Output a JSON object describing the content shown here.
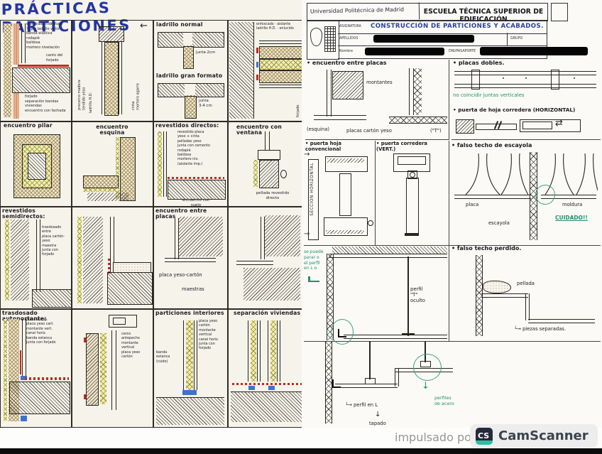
{
  "colors": {
    "marker_blue": "#2436a3",
    "pen_blue": "#2b3f9e",
    "pen_green": "#1f8f72",
    "pen_red": "#c42a1e",
    "highlight_yellow": "#f3efa6"
  },
  "title": {
    "l1": "PRÁCTICAS",
    "l2": "PARTICIONES"
  },
  "left": {
    "r1c1": {
      "labels_top": "enfoscado hidrófugo\n½ pie ladrillo visto\nbanda elástica\nrodapié\nbaldosa\nmortero nivelación",
      "labels_mid": "canto del\nforjado",
      "labels_bottom": "forjado\nseparación bandas\nviviendas\nencuentro con fachada"
    },
    "r1c2": {
      "left": "precerco madera\ntendido yeso",
      "right": "cinta\nmortero agarre",
      "wall": "ladrillo H.D.",
      "arrow": "←"
    },
    "r1c3": {
      "title": "ladrillo normal",
      "j1": "junta 2cm",
      "subtitle": "ladrillo gran formato",
      "j2": "junta\n3-4 cm"
    },
    "r1c4": {
      "labels": "enfoscado · aislante\nladrillo H.D. · enlucido",
      "side": "forjado"
    },
    "r2c1": {
      "title": "encuentro pilar"
    },
    "r2c2": {
      "title": "encuentro esquina"
    },
    "r2c3": {
      "title": "revestidos directos:",
      "labels": "revestido placa\nyeso + cinta\npelladas yeso\njunta con cemento\nrodapié\nbaldosa\nmortero niv.\n(aislante imp.)",
      "footer": "encuentro con\nsuelo"
    },
    "r2c4": {
      "title": "encuentro con ventana",
      "label": "pellada revestido\ndirecto"
    },
    "r3c1": {
      "title": "revestidos semidirectos:",
      "labels": "trasdosado entre\nplaca cartón-yeso\nmaestra\njunta con\nforjado"
    },
    "r3c3": {
      "title": "encuentro entre placas",
      "l1": "placa yeso-cartón",
      "l2": "maestras"
    },
    "r4c1": {
      "title": "trasdosado autoportante:",
      "labels": "placa autop.\nplaca yeso cart.\nmontante vert.\ncanal horiz.\nbanda estanca\njunta con forjado"
    },
    "r4c2": {
      "labels": "cerco\nantepecho\nmontante\nvertical\nplaca yeso\ncartón"
    },
    "r4c3": {
      "title": "particiones interiores",
      "right": "placa yeso\ncartón\nmontante\nvertical\ncanal horiz.\njunta con\nforjado",
      "left": "banda\nestanca\n(ruido)"
    },
    "r4c4": {
      "title": "separación viviendas"
    }
  },
  "right": {
    "header": {
      "university": "Universidad Politécnica de Madrid",
      "school": "ESCUELA TÉCNICA SUPERIOR DE EDIFICACIÓN",
      "asignatura_label": "ASIGNATURA",
      "asignatura_value": "CONSTRUCCIÓN DE PARTICIONES Y ACABADOS.",
      "apellidos_label": "APELLIDOS",
      "grupo_label": "GRUPO",
      "nombre_label": "Nombre",
      "dni_label": "DNI/PASAPORTE"
    },
    "s1": {
      "title": "• encuentro entre placas",
      "montantes": "montantes",
      "placas": "placas cartón yeso",
      "esquina": "(esquina)",
      "tee": "(\"T\")"
    },
    "s2": {
      "title": "• placas dobles.",
      "note": "no coincidir juntas verticales"
    },
    "s3": {
      "title": "• puerta de hoja corredera (HORIZONTAL)",
      "arrow": "⇄"
    },
    "s4": {
      "title": "• puerta hoja convencional",
      "side": "SECCIÓN HORIZONTAL",
      "arrow": "→"
    },
    "s5": {
      "title": "• puerta corredera (VERT.)"
    },
    "s6": {
      "title": "• falso techo de escayola",
      "placa": "placa",
      "escayola": "escayola",
      "moldura": "moldura",
      "warn": "CUIDADO!!"
    },
    "s7": {
      "note": "se puede\nparar o\nel perfil\nen L o",
      "label": "perfil\n\"T\"\noculto"
    },
    "s8": {
      "title": "• falso techo perdido.",
      "pellada": "pellada",
      "piezas": "└→ piezas separadas."
    },
    "s9": {
      "perfil": "└→ perfil en L",
      "down": "↓",
      "tapado": "tapado",
      "green_arrow": "↓",
      "green": "perfiles\nde acero"
    }
  },
  "watermark": {
    "prefix": "impulsado por",
    "logo": "CS",
    "brand": "CamScanner"
  }
}
